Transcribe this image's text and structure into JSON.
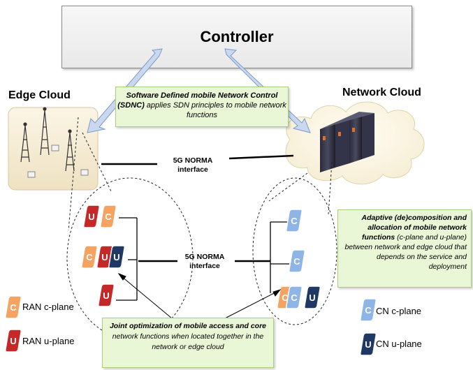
{
  "controller": {
    "label": "Controller"
  },
  "edge_cloud": {
    "label": "Edge Cloud"
  },
  "network_cloud": {
    "label": "Network Cloud"
  },
  "sdnc_callout": {
    "bold": "Software Defined mobile Network Control (SDNC)",
    "rest": " applies SDN principles to mobile network functions"
  },
  "interfaces": {
    "top": [
      "5G NORMA",
      "interface"
    ],
    "middle": [
      "5G NORMA",
      "interface"
    ]
  },
  "adaptive_callout": {
    "bold": "Adaptive (de)composition and allocation of mobile network functions",
    "rest": " (c-plane and u-plane)  between network and edge cloud that depends on the service and deployment"
  },
  "joint_callout": {
    "bold1": "Joint optimization of mobile access and core",
    "rest": " network functions when located together in the network or edge cloud"
  },
  "legend": {
    "ran_c": "RAN c-plane",
    "ran_u": "RAN u-plane",
    "cn_c": "CN c-plane",
    "cn_u": "CN u-plane"
  },
  "function_letters": {
    "c": "C",
    "u": "U"
  },
  "colors": {
    "ran_c": "#f4a460",
    "ran_u": "#c62828",
    "cn_c": "#8fb4e6",
    "cn_u": "#1f3864",
    "callout_bg": "#eaf7d6",
    "arrow_fill": "#c9d8ef"
  }
}
